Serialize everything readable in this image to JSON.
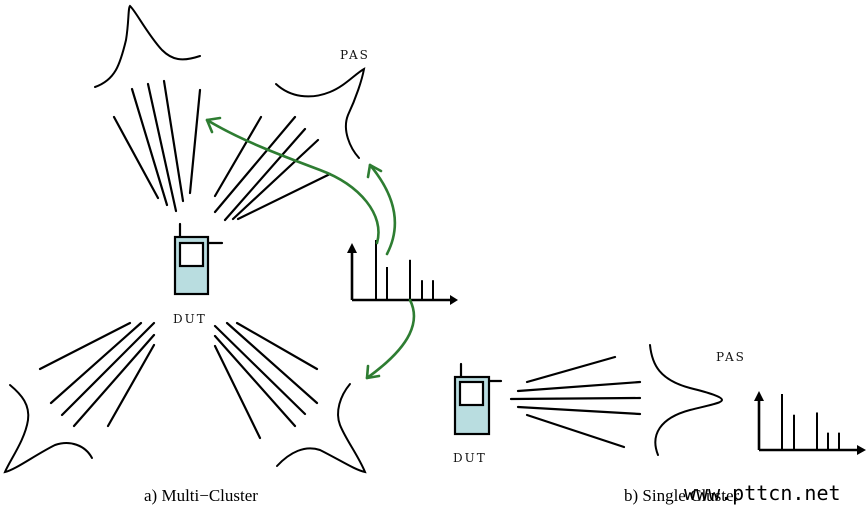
{
  "labels": {
    "pas_multi": "PAS",
    "dut_multi": "DUT",
    "pas_single": "PAS",
    "dut_single": "DUT"
  },
  "captions": {
    "multi": "a) Multi−Cluster",
    "single": "b) Single Cluster"
  },
  "watermark": "www.pttcn.net",
  "colors": {
    "arrow": "#2e7d32",
    "device_fill": "#b9dde0"
  },
  "spectrum_multi": [
    1.0,
    0.55,
    0.67,
    0.33,
    0.33
  ],
  "spectrum_single": [
    1.0,
    0.63,
    0.67,
    0.31,
    0.31
  ]
}
